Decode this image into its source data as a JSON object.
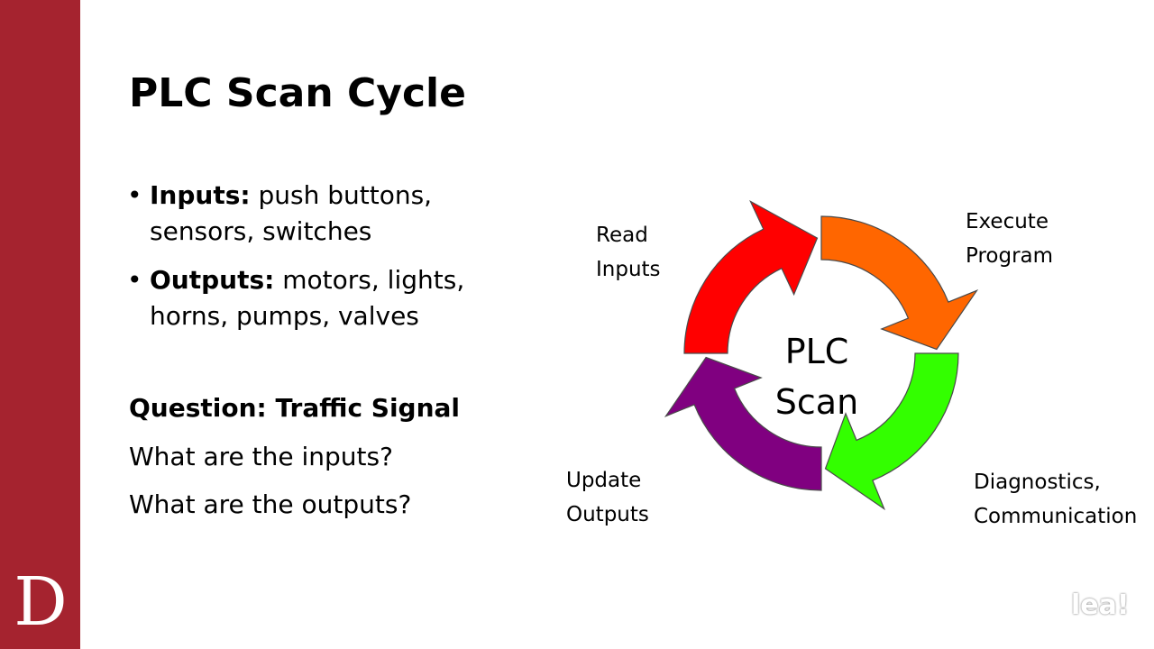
{
  "sidebar": {
    "logo_letter": "D",
    "color": "#a5232f"
  },
  "slide": {
    "title": "PLC Scan Cycle",
    "bullets": [
      {
        "bold": "Inputs:",
        "text": " push buttons, sensors, switches"
      },
      {
        "bold": "Outputs:",
        "text": " motors, lights, horns, pumps, valves"
      }
    ],
    "question": "Question: Traffic Signal",
    "question_lines": [
      "What are the inputs?",
      "What are the outputs?"
    ]
  },
  "diagram": {
    "center_label": "PLC\nScan",
    "steps": [
      {
        "label": "Read\nInputs",
        "color": "#ff0000"
      },
      {
        "label": "Execute\nProgram",
        "color": "#ff6600"
      },
      {
        "label": "Diagnostics,\nCommunication",
        "color": "#33ff00"
      },
      {
        "label": "Update\nOutputs",
        "color": "#800080"
      }
    ]
  },
  "watermark": {
    "text": "lea!"
  }
}
